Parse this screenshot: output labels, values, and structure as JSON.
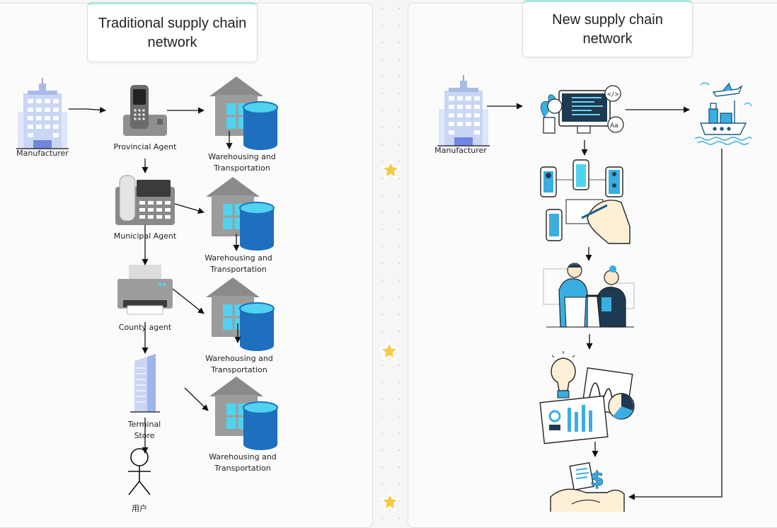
{
  "left": {
    "title": "Traditional supply chain network",
    "nodes": {
      "manufacturer": "Manufacturer",
      "provincial_agent": "Provincial Agent",
      "municipal_agent": "Municipal Agent",
      "county_agent": "County agent",
      "terminal_store": "Terminal Store",
      "user": "用户"
    },
    "warehousing": [
      "Warehousing and Transportation",
      "Warehousing and Transportation",
      "Warehousing and Transportation",
      "Warehousing and Transportation"
    ]
  },
  "right": {
    "title": "New supply chain network",
    "nodes": {
      "manufacturer": "Manufacturer"
    }
  },
  "icons": {
    "manufacturer": "office-building-icon",
    "provincial_agent": "cordless-phone-icon",
    "municipal_agent": "fax-machine-icon",
    "county_agent": "printer-icon",
    "terminal_store": "skyscraper-icon",
    "user": "stick-figure-icon",
    "warehousing": "warehouse-database-icon",
    "software": "web-development-icon",
    "app_design": "app-wireframe-hand-icon",
    "teamwork": "team-collaboration-icon",
    "analytics": "data-analytics-icon",
    "deal": "handshake-payment-icon",
    "logistics": "air-sea-shipping-icon",
    "star": "star-sticker-icon"
  },
  "colors": {
    "accent_blue": "#3aaee0",
    "warehouse_blue": "#1f6fbf",
    "cyan": "#4fd3f0",
    "building": "#c9d6f5",
    "title_border": "#a7e6da",
    "star": "#f6c945"
  }
}
